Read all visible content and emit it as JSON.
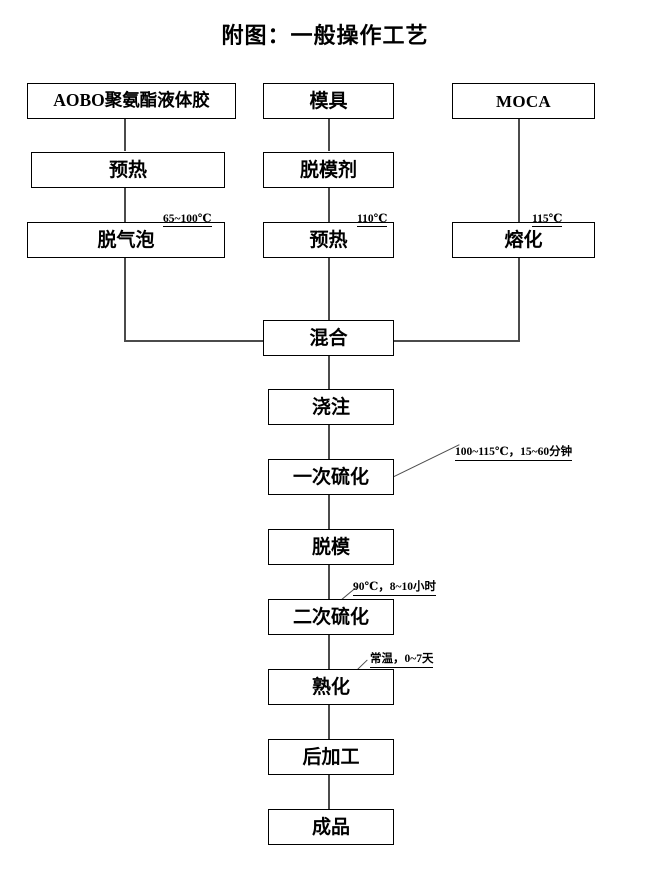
{
  "document": {
    "title": "附图：一般操作工艺"
  },
  "flowchart": {
    "type": "process-flow-diagram",
    "nodes": [
      {
        "id": "aobo",
        "label": "AOBO聚氨酯液体胶",
        "column": "left",
        "row": 1
      },
      {
        "id": "mold",
        "label": "模具",
        "column": "middle",
        "row": 1
      },
      {
        "id": "moca",
        "label": "MOCA",
        "column": "right",
        "row": 1
      },
      {
        "id": "preheat1",
        "label": "预热",
        "column": "left",
        "row": 2
      },
      {
        "id": "release",
        "label": "脱模剂",
        "column": "middle",
        "row": 2
      },
      {
        "id": "degas",
        "label": "脱气泡",
        "column": "left",
        "row": 3
      },
      {
        "id": "preheat2",
        "label": "预热",
        "column": "middle",
        "row": 3
      },
      {
        "id": "melt",
        "label": "熔化",
        "column": "right",
        "row": 3
      },
      {
        "id": "mix",
        "label": "混合",
        "column": "middle",
        "row": 4
      },
      {
        "id": "pour",
        "label": "浇注",
        "column": "middle",
        "row": 5
      },
      {
        "id": "cure1",
        "label": "一次硫化",
        "column": "middle",
        "row": 6
      },
      {
        "id": "demold",
        "label": "脱模",
        "column": "middle",
        "row": 7
      },
      {
        "id": "cure2",
        "label": "二次硫化",
        "column": "middle",
        "row": 8
      },
      {
        "id": "mature",
        "label": "熟化",
        "column": "middle",
        "row": 9
      },
      {
        "id": "postproc",
        "label": "后加工",
        "column": "middle",
        "row": 10
      },
      {
        "id": "product",
        "label": "成品",
        "column": "middle",
        "row": 11
      }
    ],
    "annotations": [
      {
        "id": "note-degas",
        "target": "degas",
        "text": "65~100℃"
      },
      {
        "id": "note-preheat2",
        "target": "preheat2",
        "text": "110℃"
      },
      {
        "id": "note-melt",
        "target": "melt",
        "text": "115℃"
      },
      {
        "id": "note-cure1",
        "target": "cure1",
        "text": "100~115℃，15~60分钟"
      },
      {
        "id": "note-cure2",
        "target": "cure2",
        "text": "90℃，8~10小时"
      },
      {
        "id": "note-mature",
        "target": "mature",
        "text": "常温，0~7天"
      }
    ],
    "edges": [
      {
        "from": "aobo",
        "to": "preheat1"
      },
      {
        "from": "preheat1",
        "to": "degas"
      },
      {
        "from": "degas",
        "to": "mix"
      },
      {
        "from": "mold",
        "to": "release"
      },
      {
        "from": "release",
        "to": "preheat2"
      },
      {
        "from": "preheat2",
        "to": "mix"
      },
      {
        "from": "moca",
        "to": "melt"
      },
      {
        "from": "melt",
        "to": "mix"
      },
      {
        "from": "mix",
        "to": "pour"
      },
      {
        "from": "pour",
        "to": "cure1"
      },
      {
        "from": "cure1",
        "to": "demold"
      },
      {
        "from": "demold",
        "to": "cure2"
      },
      {
        "from": "cure2",
        "to": "mature"
      },
      {
        "from": "mature",
        "to": "postproc"
      },
      {
        "from": "postproc",
        "to": "product"
      }
    ]
  },
  "colors": {
    "stroke": "#000000",
    "connector": "#4b4b4b",
    "background": "#ffffff"
  }
}
